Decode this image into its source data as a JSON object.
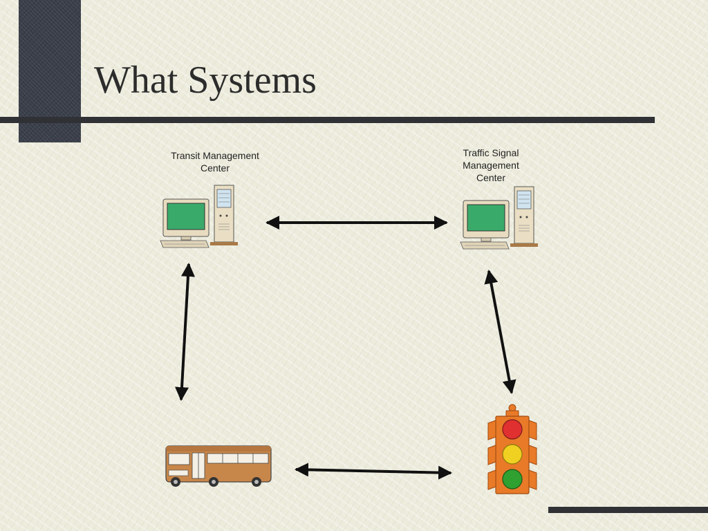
{
  "slide": {
    "title": "What Systems"
  },
  "nodes": {
    "transit_center": {
      "label_lines": [
        "Transit Management",
        "Center"
      ],
      "icon": "computer-workstation-icon"
    },
    "traffic_center": {
      "label_lines": [
        "Traffic Signal",
        "Management",
        "Center"
      ],
      "icon": "computer-workstation-icon"
    },
    "bus": {
      "icon": "bus-icon"
    },
    "signal": {
      "icon": "traffic-light-icon"
    }
  },
  "connections": [
    {
      "from": "transit_center",
      "to": "traffic_center",
      "direction": "bidirectional"
    },
    {
      "from": "transit_center",
      "to": "bus",
      "direction": "bidirectional"
    },
    {
      "from": "traffic_center",
      "to": "signal",
      "direction": "bidirectional"
    },
    {
      "from": "bus",
      "to": "signal",
      "direction": "bidirectional"
    }
  ],
  "colors": {
    "accent_dark": "#2f3135",
    "screen": "#3aaa6a",
    "signal_red": "#e03030",
    "signal_yellow": "#f0d020",
    "signal_green": "#30a030",
    "bus_body": "#c8874a"
  }
}
